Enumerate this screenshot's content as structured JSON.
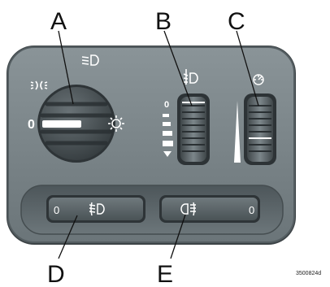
{
  "callouts": {
    "a": "A",
    "b": "B",
    "c": "C",
    "d": "D",
    "e": "E"
  },
  "switch_panel": {
    "dial_off_label": "0",
    "dimmer_off_label": "0",
    "front_fog_off_label": "0",
    "rear_fog_off_label": "0",
    "front_fog_icon": "front-fog-light-icon",
    "rear_fog_icon": "rear-fog-light-icon",
    "parking_icon": "parking-lights-icon",
    "low_beam_icon": "low-beam-icon",
    "headlight_on_icon": "headlights-on-icon",
    "headlight_level_icon": "headlight-level-icon",
    "dimmer_icon": "instrument-dimmer-icon"
  },
  "reference_code": "3500824d",
  "colors": {
    "panel": "#717c80",
    "panel_edge": "#4a5256",
    "recess": "#565f63",
    "knob": "#4b5356",
    "symbols": "#ffffff"
  }
}
